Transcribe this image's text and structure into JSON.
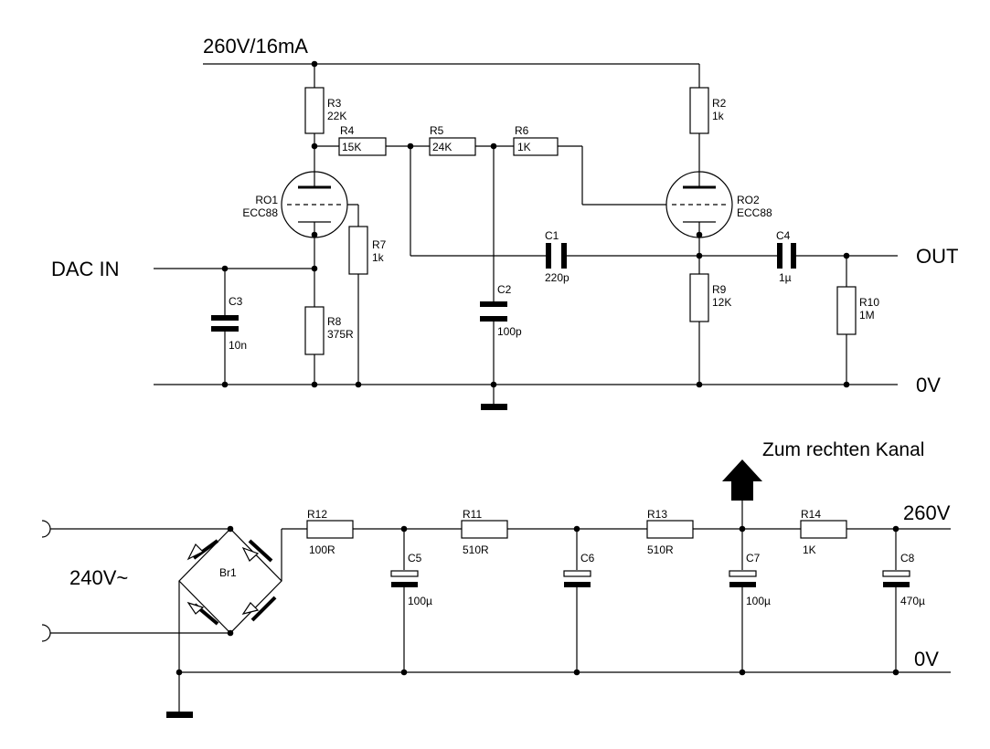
{
  "labels": {
    "supply_top": "260V/16mA",
    "dac_in": "DAC  IN",
    "out": "OUT",
    "zero_v_top": "0V",
    "zum_kanal": "Zum rechten Kanal",
    "v260": "260V",
    "zero_v_bottom": "0V",
    "mains": "240V~"
  },
  "components": {
    "R3": {
      "name": "R3",
      "value": "22K"
    },
    "R2": {
      "name": "R2",
      "value": "1k"
    },
    "R4": {
      "name": "R4",
      "value": "15K"
    },
    "R5": {
      "name": "R5",
      "value": "24K"
    },
    "R6": {
      "name": "R6",
      "value": "1K"
    },
    "RO1": {
      "name": "RO1",
      "value": "ECC88"
    },
    "RO2": {
      "name": "RO2",
      "value": "ECC88"
    },
    "R7": {
      "name": "R7",
      "value": "1k"
    },
    "C1": {
      "name": "C1",
      "value": "220p"
    },
    "C4": {
      "name": "C4",
      "value": "1µ"
    },
    "C3": {
      "name": "C3",
      "value": "10n"
    },
    "R8": {
      "name": "R8",
      "value": "375R"
    },
    "C2": {
      "name": "C2",
      "value": "100p"
    },
    "R9": {
      "name": "R9",
      "value": "12K"
    },
    "R10": {
      "name": "R10",
      "value": "1M"
    },
    "R12": {
      "name": "R12",
      "value": "100R"
    },
    "R11": {
      "name": "R11",
      "value": "510R"
    },
    "R13": {
      "name": "R13",
      "value": "510R"
    },
    "R14": {
      "name": "R14",
      "value": "1K"
    },
    "Br1": {
      "name": "Br1"
    },
    "C5": {
      "name": "C5",
      "value": "100µ"
    },
    "C6": {
      "name": "C6"
    },
    "C7": {
      "name": "C7",
      "value": "100µ"
    },
    "C8": {
      "name": "C8",
      "value": "470µ"
    }
  }
}
